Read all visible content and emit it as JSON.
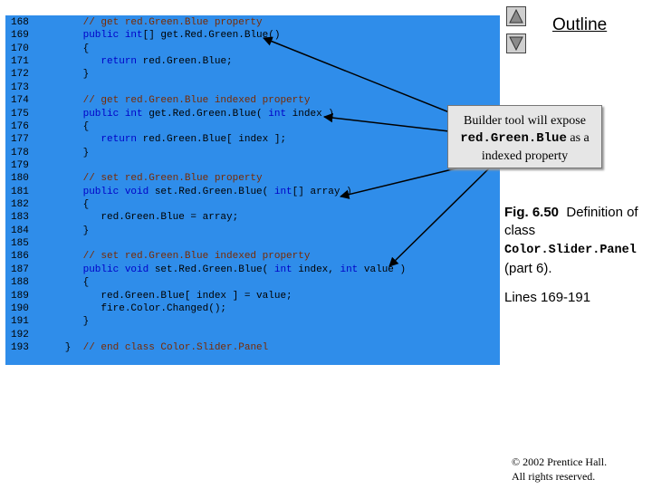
{
  "outline": {
    "title": "Outline"
  },
  "nav": {
    "up_icon": "triangle-up-icon",
    "down_icon": "triangle-down-icon"
  },
  "code": {
    "background": "#2f8dea",
    "lines": [
      {
        "num": "168",
        "tokens": [
          {
            "t": "      // get red.Green.Blue property",
            "k": "cm"
          }
        ]
      },
      {
        "num": "169",
        "tokens": [
          {
            "t": "      ",
            "k": "tx"
          },
          {
            "t": "public int",
            "k": "kw"
          },
          {
            "t": "[] get.Red.Green.Blue()",
            "k": "tx"
          }
        ]
      },
      {
        "num": "170",
        "tokens": [
          {
            "t": "      {",
            "k": "tx"
          }
        ]
      },
      {
        "num": "171",
        "tokens": [
          {
            "t": "         ",
            "k": "tx"
          },
          {
            "t": "return",
            "k": "kw"
          },
          {
            "t": " red.Green.Blue;",
            "k": "tx"
          }
        ]
      },
      {
        "num": "172",
        "tokens": [
          {
            "t": "      }",
            "k": "tx"
          }
        ]
      },
      {
        "num": "173",
        "tokens": []
      },
      {
        "num": "174",
        "tokens": [
          {
            "t": "      // get red.Green.Blue indexed property",
            "k": "cm"
          }
        ]
      },
      {
        "num": "175",
        "tokens": [
          {
            "t": "      ",
            "k": "tx"
          },
          {
            "t": "public int",
            "k": "kw"
          },
          {
            "t": " get.Red.Green.Blue( ",
            "k": "tx"
          },
          {
            "t": "int",
            "k": "kw"
          },
          {
            "t": " index )",
            "k": "tx"
          }
        ]
      },
      {
        "num": "176",
        "tokens": [
          {
            "t": "      {",
            "k": "tx"
          }
        ]
      },
      {
        "num": "177",
        "tokens": [
          {
            "t": "         ",
            "k": "tx"
          },
          {
            "t": "return",
            "k": "kw"
          },
          {
            "t": " red.Green.Blue[ index ];",
            "k": "tx"
          }
        ]
      },
      {
        "num": "178",
        "tokens": [
          {
            "t": "      }",
            "k": "tx"
          }
        ]
      },
      {
        "num": "179",
        "tokens": []
      },
      {
        "num": "180",
        "tokens": [
          {
            "t": "      // set red.Green.Blue property",
            "k": "cm"
          }
        ]
      },
      {
        "num": "181",
        "tokens": [
          {
            "t": "      ",
            "k": "tx"
          },
          {
            "t": "public void",
            "k": "kw"
          },
          {
            "t": " set.Red.Green.Blue( ",
            "k": "tx"
          },
          {
            "t": "int",
            "k": "kw"
          },
          {
            "t": "[] array )",
            "k": "tx"
          }
        ]
      },
      {
        "num": "182",
        "tokens": [
          {
            "t": "      {",
            "k": "tx"
          }
        ]
      },
      {
        "num": "183",
        "tokens": [
          {
            "t": "         red.Green.Blue = array;",
            "k": "tx"
          }
        ]
      },
      {
        "num": "184",
        "tokens": [
          {
            "t": "      }",
            "k": "tx"
          }
        ]
      },
      {
        "num": "185",
        "tokens": []
      },
      {
        "num": "186",
        "tokens": [
          {
            "t": "      // set red.Green.Blue indexed property",
            "k": "cm"
          }
        ]
      },
      {
        "num": "187",
        "tokens": [
          {
            "t": "      ",
            "k": "tx"
          },
          {
            "t": "public void",
            "k": "kw"
          },
          {
            "t": " set.Red.Green.Blue( ",
            "k": "tx"
          },
          {
            "t": "int",
            "k": "kw"
          },
          {
            "t": " index, ",
            "k": "tx"
          },
          {
            "t": "int",
            "k": "kw"
          },
          {
            "t": " value )",
            "k": "tx"
          }
        ]
      },
      {
        "num": "188",
        "tokens": [
          {
            "t": "      {",
            "k": "tx"
          }
        ]
      },
      {
        "num": "189",
        "tokens": [
          {
            "t": "         red.Green.Blue[ index ] = value;",
            "k": "tx"
          }
        ]
      },
      {
        "num": "190",
        "tokens": [
          {
            "t": "         fire.Color.Changed();",
            "k": "tx"
          }
        ]
      },
      {
        "num": "191",
        "tokens": [
          {
            "t": "      }",
            "k": "tx"
          }
        ]
      },
      {
        "num": "192",
        "tokens": []
      },
      {
        "num": "193",
        "tokens": [
          {
            "t": "   }  ",
            "k": "tx"
          },
          {
            "t": "// end class Color.Slider.Panel",
            "k": "cm"
          }
        ]
      }
    ]
  },
  "callout": {
    "line1": "Builder tool will expose",
    "mono": "red.Green.Blue",
    "after_mono": " as a",
    "line3": "indexed property"
  },
  "caption": {
    "fig_label": "Fig. 6.50",
    "fig_text": "Definition of class",
    "class_name": "Color.Slider.Panel",
    "part": "(part 6)."
  },
  "lines_ref": "Lines 169-191",
  "copyright": {
    "line1": "© 2002 Prentice Hall.",
    "line2": "All rights reserved."
  }
}
